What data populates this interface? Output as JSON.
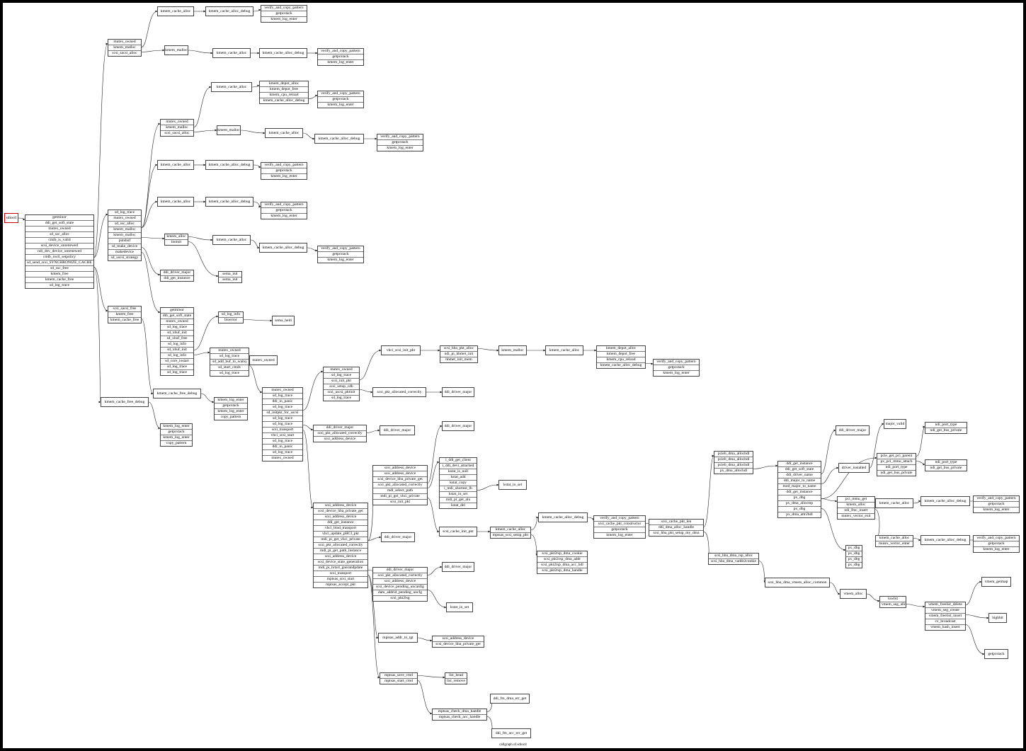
{
  "caption": "callgraph of sdioctl",
  "nodes": [
    {
      "id": "sdioctl",
      "rows": [
        "sdioctl"
      ],
      "root": true
    },
    {
      "id": "main",
      "rows": [
        "getminor",
        "ddi_get_soft_state",
        "mutex_owned",
        "sd_ssc_alloc",
        "cmlb_is_valid",
        "scsi_device_unrenewed",
        "ndi_dev_device_unrenewed",
        "cmlb_ioctl_setpolicy",
        "sd_send_scsi_SYNCHRONIZE_CACHE",
        "sd_ssc_free",
        "kmem_free",
        "kmem_cache_free",
        "sd_log_trace"
      ]
    },
    {
      "id": "mk_alloc1",
      "rows": [
        "mutex_owned",
        "kmem_malloc",
        "scsi_sacsi_alloc"
      ]
    },
    {
      "id": "kca_top",
      "rows": [
        "kmem_cache_alloc"
      ]
    },
    {
      "id": "kcad_top",
      "rows": [
        "kmem_cache_alloc_debug"
      ]
    },
    {
      "id": "vcp_top",
      "rows": [
        "verify_and_copy_pattern",
        "getpcstack",
        "kmem_log_enter"
      ]
    },
    {
      "id": "kmalloc_a",
      "rows": [
        "kmem_malloc"
      ]
    },
    {
      "id": "kca_a",
      "rows": [
        "kmem_cache_alloc"
      ]
    },
    {
      "id": "kcad_a",
      "rows": [
        "kmem_cache_alloc_debug"
      ]
    },
    {
      "id": "vcp_a",
      "rows": [
        "verify_and_copy_pattern",
        "getpcstack",
        "kmem_log_enter"
      ]
    },
    {
      "id": "ssc_free",
      "rows": [
        "scsi_sacsi_free",
        "kmem_free",
        "kmem_cache_free"
      ]
    },
    {
      "id": "kcfd_1",
      "rows": [
        "kmem_cache_free_debug"
      ]
    },
    {
      "id": "kle_1",
      "rows": [
        "kmem_log_enter",
        "getpcstack",
        "kmem_log_enter",
        "copy_pattern"
      ]
    },
    {
      "id": "kcfd_2",
      "rows": [
        "kmem_cache_free_debug"
      ]
    },
    {
      "id": "kle_2",
      "rows": [
        "kmem_log_enter",
        "getpcstack",
        "kmem_log_enter",
        "copy_pattern"
      ]
    },
    {
      "id": "sd_mid",
      "rows": [
        "sd_log_trace",
        "mutex_owned",
        "sd_ssc_alloc",
        "kmem_malloc",
        "kmem_malloc",
        "putsbuf",
        "sd_make_device",
        "makedevice",
        "sd_uscsi_strategy"
      ]
    },
    {
      "id": "mk_alloc2",
      "rows": [
        "mutex_owned",
        "kmem_malloc",
        "scsi_sacsi_alloc"
      ]
    },
    {
      "id": "kca_b",
      "rows": [
        "kmem_cache_alloc"
      ]
    },
    {
      "id": "depot_b",
      "rows": [
        "kmem_depot_alloc",
        "kmem_depot_free",
        "kmem_cpu_reload",
        "kmem_cache_alloc_debug"
      ]
    },
    {
      "id": "vcp_b",
      "rows": [
        "verify_and_copy_pattern",
        "getpcstack",
        "kmem_log_enter"
      ]
    },
    {
      "id": "kmalloc_c",
      "rows": [
        "kmem_malloc"
      ]
    },
    {
      "id": "kca_c",
      "rows": [
        "kmem_cache_alloc"
      ]
    },
    {
      "id": "kcad_c",
      "rows": [
        "kmem_cache_alloc_debug"
      ]
    },
    {
      "id": "vcp_c",
      "rows": [
        "verify_and_copy_pattern",
        "getpcstack",
        "kmem_log_enter"
      ]
    },
    {
      "id": "kca_d",
      "rows": [
        "kmem_cache_alloc"
      ]
    },
    {
      "id": "kcad_d",
      "rows": [
        "kmem_cache_alloc_debug"
      ]
    },
    {
      "id": "vcp_d",
      "rows": [
        "verify_and_copy_pattern",
        "getpcstack",
        "kmem_log_enter"
      ]
    },
    {
      "id": "kca_e",
      "rows": [
        "kmem_cache_alloc"
      ]
    },
    {
      "id": "kcad_e",
      "rows": [
        "kmem_cache_alloc_debug"
      ]
    },
    {
      "id": "vcp_e",
      "rows": [
        "verify_and_copy_pattern",
        "getpcstack",
        "kmem_log_enter"
      ]
    },
    {
      "id": "kalloc_f",
      "rows": [
        "kmem_alloc",
        "bioinit"
      ]
    },
    {
      "id": "kca_f",
      "rows": [
        "kmem_cache_alloc"
      ]
    },
    {
      "id": "kcad_f",
      "rows": [
        "kmem_cache_alloc_debug"
      ]
    },
    {
      "id": "vcp_f",
      "rows": [
        "verify_and_copy_pattern",
        "getpcstack",
        "kmem_log_enter"
      ]
    },
    {
      "id": "sema",
      "rows": [
        "sema_init",
        "sema_init"
      ]
    },
    {
      "id": "ddi_major1",
      "rows": [
        "ddi_driver_major",
        "ddi_get_instance"
      ]
    },
    {
      "id": "gm_block",
      "rows": [
        "getminor",
        "ddi_get_soft_state",
        "mutex_owned",
        "sd_log_trace",
        "sd_xbuf_init",
        "sd_xbuf_free",
        "sd_log_info",
        "sd_xbuf_init",
        "sd_log_info",
        "sd_core_iostart",
        "sd_log_trace",
        "sd_log_trace"
      ]
    },
    {
      "id": "sd_log_info",
      "rows": [
        "sd_log_info",
        "bioerror"
      ]
    },
    {
      "id": "sema_held",
      "rows": [
        "sema_held"
      ]
    },
    {
      "id": "mo_block",
      "rows": [
        "mutex_owned",
        "sd_log_trace",
        "sd_add_buf_to_waitq",
        "sd_start_cmds",
        "sd_log_trace"
      ]
    },
    {
      "id": "mutex_owned1",
      "rows": [
        "mutex_owned"
      ]
    },
    {
      "id": "big_list",
      "rows": [
        "mutex_owned",
        "sd_log_trace",
        "ddi_in_panic",
        "sd_log_trace",
        "sd_initpkt_for_uscsi",
        "sd_log_trace",
        "sd_log_trace",
        "scsi_transport",
        "vhci_scsi_start",
        "sd_log_trace",
        "ddi_in_panic",
        "sd_log_trace",
        "mutex_owned"
      ]
    },
    {
      "id": "mo_block2",
      "rows": [
        "mutex_owned",
        "sd_log_trace",
        "scsi_init_pkt",
        "scsi_setup_cdb",
        "scsi_uscsi_pktinit",
        "sd_log_trace"
      ]
    },
    {
      "id": "vhci_init",
      "rows": [
        "vhci_scsi_init_pkt"
      ]
    },
    {
      "id": "hba_alloc",
      "rows": [
        "scsi_hba_pkt_alloc",
        "ndi_pi_hbmet_init",
        "hbmet_init_mem"
      ]
    },
    {
      "id": "kmalloc_g",
      "rows": [
        "kmem_malloc"
      ]
    },
    {
      "id": "kca_g",
      "rows": [
        "kmem_cache_alloc"
      ]
    },
    {
      "id": "depot_g",
      "rows": [
        "kmem_depot_alloc",
        "kmem_depot_free",
        "kmem_cpu_reload",
        "kmem_cache_alloc_debug"
      ]
    },
    {
      "id": "vcp_g",
      "rows": [
        "verify_and_copy_pattern",
        "getpcstack",
        "kmem_log_enter"
      ]
    },
    {
      "id": "pkt_alloc_c",
      "rows": [
        "scsi_pkt_allocated_correctly"
      ]
    },
    {
      "id": "ddi_major2",
      "rows": [
        "ddi_driver_major"
      ]
    },
    {
      "id": "ddm_block",
      "rows": [
        "ddi_driver_major",
        "scsi_pkt_allocated_correctly",
        "scsi_address_device"
      ]
    },
    {
      "id": "ddi_major3",
      "rows": [
        "ddi_driver_major"
      ]
    },
    {
      "id": "kcfd_3",
      "rows": [
        "kmem_cache_free_debug"
      ]
    },
    {
      "id": "kle_3",
      "rows": [
        "kmem_log_enter",
        "getpcstack",
        "kmem_log_enter",
        "copy_pattern"
      ]
    },
    {
      "id": "ssa_block",
      "rows": [
        "scsi_address_device",
        "scsi_device_hba_private_get",
        "scsi_address_device",
        "ddi_get_instance",
        "vhci_bind_transport",
        "vhci_update_pHCI_pkt",
        "mdi_pi_get_vhci_private",
        "scsi_pkt_allocated_correctly",
        "mdi_pi_get_path_instance",
        "scsi_address_device",
        "scsi_device_state_generation",
        "mdi_pi_hrtarl_gnerandpdate",
        "scsi_transport",
        "mptsas_scsi_start",
        "mptsas_accept_pkt"
      ]
    },
    {
      "id": "sad_block",
      "rows": [
        "scsi_address_device",
        "scsi_address_device",
        "scsi_device_hba_private_get",
        "scsi_pkt_allocated_correctly",
        "mdi_select_path",
        "mdi_pi_get_vhci_private",
        "scsi_init_pkt"
      ]
    },
    {
      "id": "ddi_major4",
      "rows": [
        "ddi_driver_major"
      ]
    },
    {
      "id": "idev_block",
      "rows": [
        "i_ddi_get_client",
        "i_ddi_devi_attached",
        "kstat_is_null",
        "kstat_add",
        "kstat_copy",
        "i_mdi_shortest_lb",
        "kstat_in_set",
        "mdi_pi_get_alu",
        "kstat_del"
      ]
    },
    {
      "id": "kstat_set1",
      "rows": [
        "kstat_in_set"
      ]
    },
    {
      "id": "ddi_major5",
      "rows": [
        "ddi_driver_major"
      ]
    },
    {
      "id": "sci_pkt",
      "rows": [
        "scsi_cache_init_pkt"
      ]
    },
    {
      "id": "kca_h",
      "rows": [
        "kmem_cache_alloc",
        "mptsas_scsi_setup_pkt"
      ]
    },
    {
      "id": "kcad_h",
      "rows": [
        "kmem_cache_alloc_debug"
      ]
    },
    {
      "id": "vcp_h",
      "rows": [
        "verify_and_copy_pattern",
        "scsi_cache_pkt_constructor",
        "getpcstack",
        "kmem_log_enter"
      ]
    },
    {
      "id": "pkt_len",
      "rows": [
        "scsi_cache_pkt_len",
        "ddi_dma_alloc_handle",
        "scsi_hba_pkt_setup_my_dma"
      ]
    },
    {
      "id": "pkt2prp",
      "rows": [
        "scsi_pkt2rsp_dma_cookie",
        "scsi_pkt2rsp_dma_addr",
        "scsi_pkt2rsp_dma_acc_hdl",
        "scsi_pkt2rsp_dma_handle"
      ]
    },
    {
      "id": "ddm_block2",
      "rows": [
        "ddi_driver_major",
        "scsi_pkt_allocated_correctly",
        "scsi_address_device",
        "scsi_device_pending_uncanfig",
        "dam_addrid_pending_uncfg",
        "scsi_pkt2lsg"
      ]
    },
    {
      "id": "ddi_major6",
      "rows": [
        "ddi_driver_major"
      ]
    },
    {
      "id": "kstat_set2",
      "rows": [
        "kstat_in_set"
      ]
    },
    {
      "id": "addr_tgt",
      "rows": [
        "mptsas_addr_to_tgt"
      ]
    },
    {
      "id": "sad_hba",
      "rows": [
        "scsi_address_device",
        "scsi_device_hba_private_get"
      ]
    },
    {
      "id": "save_cmd",
      "rows": [
        "mptsas_save_cmd",
        "mptsas_start_cmd"
      ]
    },
    {
      "id": "list_head",
      "rows": [
        "list_head",
        "list_remove"
      ]
    },
    {
      "id": "check_dma",
      "rows": [
        "mptsas_check_dma_handle",
        "mptsas_check_acc_handle"
      ]
    },
    {
      "id": "fm_dma",
      "rows": [
        "ddi_fm_dma_err_get"
      ]
    },
    {
      "id": "fm_acc",
      "rows": [
        "ddi_fm_acc_err_get"
      ]
    },
    {
      "id": "pcieb",
      "rows": [
        "pcieb_dma_allochdl",
        "pcieb_dma_allochdl",
        "pcieb_dma_allochdl",
        "px_dma_allochdl"
      ]
    },
    {
      "id": "dma_res",
      "rows": [
        "scsi_hba_dma_rsp_alloc",
        "scsi_hba_dma_vaddr2cookie"
      ]
    },
    {
      "id": "vmem_common",
      "rows": [
        "scsi_hba_dma_vmem_alloc_common"
      ]
    },
    {
      "id": "vmem_alloc",
      "rows": [
        "vmem_alloc"
      ]
    },
    {
      "id": "lowbit",
      "rows": [
        "lowbit",
        "vmem_seg_alloc"
      ]
    },
    {
      "id": "freelist",
      "rows": [
        "vmem_freelist_delete",
        "vmem_seg_create",
        "vmem_freelist_insert",
        "cv_broadcast",
        "vmem_hash_insert"
      ]
    },
    {
      "id": "vmem_getmap",
      "rows": [
        "vmem_getmap"
      ]
    },
    {
      "id": "highbit",
      "rows": [
        "highbit"
      ]
    },
    {
      "id": "getpcstack2",
      "rows": [
        "getpcstack"
      ]
    },
    {
      "id": "ddi_inst",
      "rows": [
        "ddi_get_instance",
        "ddi_get_soft_state",
        "ddi_driver_name",
        "ddi_major_to_name",
        "mod_major_to_name",
        "ddi_get_instance",
        "px_dbg",
        "px_dma_allocmp",
        "px_dbg",
        "px_dma_attr2hdl"
      ]
    },
    {
      "id": "ddi_major7",
      "rows": [
        "ddi_driver_major"
      ]
    },
    {
      "id": "drv_inst",
      "rows": [
        "driver_installed"
      ]
    },
    {
      "id": "major_valid",
      "rows": [
        "major_valid"
      ]
    },
    {
      "id": "pcie_get",
      "rows": [
        "pcie_get_pci_parent",
        "px_pci_mmu_attach",
        "ndi_port_type",
        "ndi_get_bus_private"
      ]
    },
    {
      "id": "ndi_port1",
      "rows": [
        "ndi_port_type",
        "ndi_get_bus_private"
      ]
    },
    {
      "id": "ndi_port2",
      "rows": [
        "ndi_port_type",
        "ndi_get_bus_private"
      ]
    },
    {
      "id": "pci_mmu",
      "rows": [
        "pci_mmu_get",
        "kmem_alloc",
        "ndi_fmc_insert",
        "mutex_vector_exit"
      ]
    },
    {
      "id": "kca_i",
      "rows": [
        "kmem_cache_alloc"
      ]
    },
    {
      "id": "kcad_i",
      "rows": [
        "kmem_cache_alloc_debug"
      ]
    },
    {
      "id": "vcp_i",
      "rows": [
        "verify_and_copy_pattern",
        "getpcstack",
        "kmem_log_enter"
      ]
    },
    {
      "id": "kca_j",
      "rows": [
        "kmem_cache_alloc",
        "mutex_vector_enter"
      ]
    },
    {
      "id": "kcad_j",
      "rows": [
        "kmem_cache_alloc_debug"
      ]
    },
    {
      "id": "vcp_j",
      "rows": [
        "verify_and_copy_pattern",
        "getpcstack",
        "kmem_log_enter"
      ]
    },
    {
      "id": "px_dbg",
      "rows": [
        "px_dbg",
        "px_dbg",
        "px_dbg",
        "px_dbg"
      ]
    }
  ]
}
